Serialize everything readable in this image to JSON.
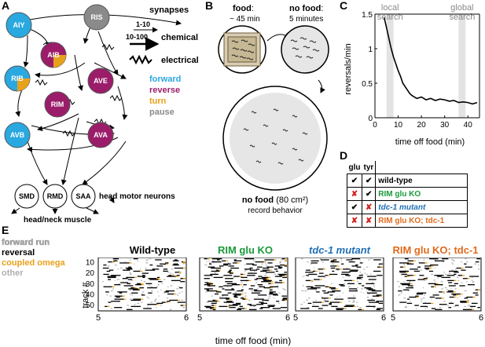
{
  "panels": {
    "A": "A",
    "B": "B",
    "C": "C",
    "D": "D",
    "E": "E"
  },
  "circuit": {
    "nodes": [
      {
        "id": "AIY",
        "label": "AIY",
        "role": "forward"
      },
      {
        "id": "RIS",
        "label": "RIS",
        "role": "pause"
      },
      {
        "id": "AIB",
        "label": "AIB",
        "role": "reverse-turn"
      },
      {
        "id": "RIB",
        "label": "RIB",
        "role": "forward-turn"
      },
      {
        "id": "AVE",
        "label": "AVE",
        "role": "reverse"
      },
      {
        "id": "RIM",
        "label": "RIM",
        "role": "reverse"
      },
      {
        "id": "AVB",
        "label": "AVB",
        "role": "forward"
      },
      {
        "id": "AVA",
        "label": "AVA",
        "role": "reverse"
      },
      {
        "id": "SMD",
        "label": "SMD",
        "role": "motor"
      },
      {
        "id": "RMD",
        "label": "RMD",
        "role": "motor"
      },
      {
        "id": "SAA",
        "label": "SAA",
        "role": "motor"
      }
    ],
    "synapses_title": "synapses",
    "syn_range_1": "1-10",
    "syn_range_2": "10-100",
    "chemical": "chemical",
    "electrical": "electrical",
    "legend": {
      "forward": "forward",
      "reverse": "reverse",
      "turn": "turn",
      "pause": "pause"
    },
    "head_motor": "head motor neurons",
    "muscle": "head/neck muscle",
    "colors": {
      "forward": "#2aa8e0",
      "reverse": "#9b1d6a",
      "turn": "#e8a11c",
      "pause": "#8a8a8a"
    }
  },
  "protocol": {
    "food_label": "food",
    "food_time": "~ 45 min",
    "nofood_label": "no food",
    "nofood_time": "5 minutes",
    "big_nofood": "no food",
    "big_area": "(80 cm²)",
    "record": "record behavior"
  },
  "chart_data": {
    "type": "line",
    "title": "",
    "xlabel": "time off food (min)",
    "ylabel": "reversals/min",
    "xlim": [
      0,
      45
    ],
    "ylim": [
      0,
      1.5
    ],
    "xticks": [
      0,
      10,
      20,
      30,
      40
    ],
    "yticks": [
      0,
      0.5,
      1,
      1.5
    ],
    "shaded": [
      {
        "label": "local search",
        "from": 5,
        "to": 8
      },
      {
        "label": "global search",
        "from": 36,
        "to": 39
      }
    ],
    "series": [
      {
        "x": [
          4,
          5,
          6,
          7,
          8,
          9,
          10,
          11,
          12,
          13,
          14,
          15,
          16,
          17,
          18,
          20,
          22,
          24,
          26,
          28,
          30,
          32,
          34,
          36,
          38,
          40,
          42,
          44
        ],
        "y": [
          1.45,
          1.3,
          1.15,
          1.0,
          0.88,
          0.78,
          0.68,
          0.6,
          0.5,
          0.45,
          0.4,
          0.35,
          0.32,
          0.3,
          0.28,
          0.3,
          0.26,
          0.28,
          0.25,
          0.27,
          0.26,
          0.24,
          0.25,
          0.22,
          0.23,
          0.22,
          0.2,
          0.22
        ]
      }
    ]
  },
  "genotype_table": {
    "headers": [
      "glu",
      "tyr",
      ""
    ],
    "rows": [
      {
        "glu": "✔",
        "tyr": "✔",
        "name": "wild-type",
        "color": "#000000"
      },
      {
        "glu": "✘",
        "tyr": "✔",
        "name": "RIM glu KO",
        "color": "#1a9a3a"
      },
      {
        "glu": "✔",
        "tyr": "✘",
        "name": "tdc-1 mutant",
        "color": "#1f6fb5"
      },
      {
        "glu": "✘",
        "tyr": "✘",
        "name": "RIM glu KO; tdc-1",
        "color": "#e06a1c"
      }
    ],
    "cross_color": "#d32020"
  },
  "raster": {
    "legend": {
      "forward": "forward run",
      "reversal": "reversal",
      "omega": "coupled omega",
      "other": "other"
    },
    "colors": {
      "forward": "#ffffff",
      "reversal": "#000000",
      "omega": "#e8a11c",
      "other": "#b0b0b0"
    },
    "ylabel": "track #",
    "xlabel": "time off food (min)",
    "yticks": [
      "10",
      "20",
      "30",
      "40",
      "50"
    ],
    "xtick_start": "5",
    "xtick_end": "6",
    "titles": [
      {
        "text": "Wild-type",
        "color": "#000000"
      },
      {
        "text": "RIM glu KO",
        "color": "#1a9a3a"
      },
      {
        "text": "tdc-1 mutant",
        "color": "#1f6fb5"
      },
      {
        "text": "RIM glu KO; tdc-1",
        "color": "#e06a1c"
      }
    ]
  }
}
